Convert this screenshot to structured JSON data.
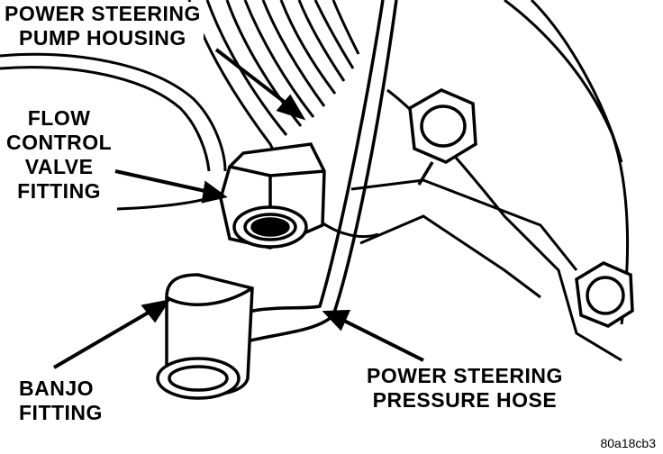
{
  "labels": {
    "pump_housing": [
      "POWER STEERING",
      "PUMP HOUSING"
    ],
    "flow_control": [
      "FLOW",
      "CONTROL",
      "VALVE",
      "FITTING"
    ],
    "banjo": [
      "BANJO",
      "FITTING"
    ],
    "pressure_hose": [
      "POWER STEERING",
      "PRESSURE HOSE"
    ]
  },
  "figure_id": "80a18cb3"
}
